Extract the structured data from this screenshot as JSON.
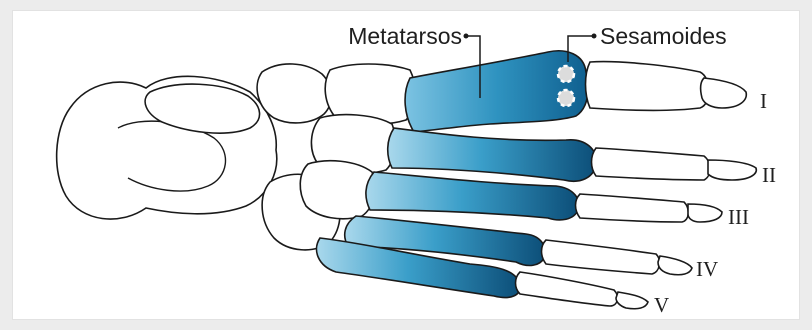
{
  "labels": {
    "metatarsals": "Metatarsos",
    "sesamoids": "Sesamoides",
    "toes": [
      "I",
      "II",
      "III",
      "IV",
      "V"
    ]
  },
  "colors": {
    "background": "#ececec",
    "panel": "#ffffff",
    "bone_outline": "#1a1a1a",
    "metatarsal_light": "#a9d8ec",
    "metatarsal_mid": "#3a9ec9",
    "metatarsal_dark": "#0c4e78",
    "sesamoid_marker": "#dcdcdc"
  },
  "icons": {
    "sesamoids": "sesamoid-bones-icon"
  }
}
